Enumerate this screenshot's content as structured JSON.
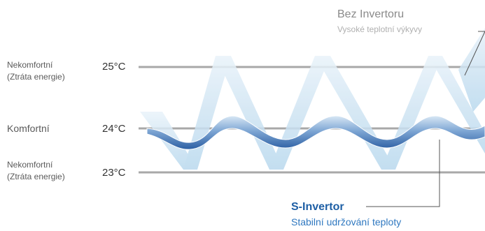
{
  "rows": [
    {
      "comfort": [
        "Nekomfortní",
        "(Ztráta energie)"
      ],
      "temp": "25°C"
    },
    {
      "comfort": [
        "Komfortní"
      ],
      "temp": "24°C"
    },
    {
      "comfort": [
        "Nekomfortní",
        "(Ztráta energie)"
      ],
      "temp": "23°C"
    }
  ],
  "without_inverter": {
    "title": "Bez Invertoru",
    "subtitle": "Vysoké teplotní výkyvy"
  },
  "s_inverter": {
    "title": "S-Invertor",
    "subtitle": "Stabilní udržování teploty"
  },
  "colors": {
    "line": "#a6a6a6",
    "wide_band": "#cfe5f4",
    "inverter_band": "#3f74b6",
    "accent_text": "#1e5fa5"
  }
}
